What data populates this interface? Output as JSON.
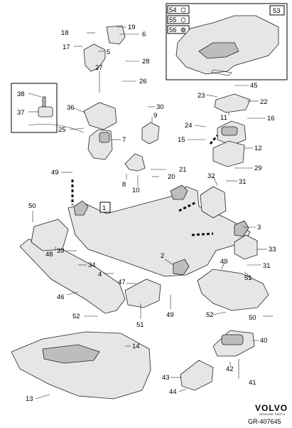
{
  "brand": {
    "name": "VOLVO",
    "tagline": "GENUINE PARTS"
  },
  "reference_code": "GR-407645",
  "callouts": {
    "c1": "1",
    "c2": "2",
    "c3": "3",
    "c4": "4",
    "c5": "5",
    "c6": "6",
    "c7": "7",
    "c8": "8",
    "c9": "9",
    "c10": "10",
    "c11": "11",
    "c12": "12",
    "c13": "13",
    "c14": "14",
    "c15": "15",
    "c16": "16",
    "c17": "17",
    "c18": "18",
    "c19": "19",
    "c20": "20",
    "c21": "21",
    "c22": "22",
    "c23": "23",
    "c24": "24",
    "c25": "25",
    "c26": "26",
    "c27": "27",
    "c28": "28",
    "c29": "29",
    "c30": "30",
    "c31a": "31",
    "c31b": "31",
    "c32": "32",
    "c33": "33",
    "c34": "34",
    "c36": "36",
    "c37": "37",
    "c38": "38",
    "c39": "39",
    "c40": "40",
    "c41": "41",
    "c42": "42",
    "c43": "43",
    "c44": "44",
    "c45": "45",
    "c46": "46",
    "c47": "47",
    "c48": "48",
    "c49a": "49",
    "c49b": "49",
    "c49c": "49",
    "c50a": "50",
    "c50b": "50",
    "c51a": "51",
    "c51b": "51",
    "c52a": "52",
    "c52b": "52",
    "c53": "53",
    "c54": "54",
    "c55": "55",
    "c56": "56"
  }
}
